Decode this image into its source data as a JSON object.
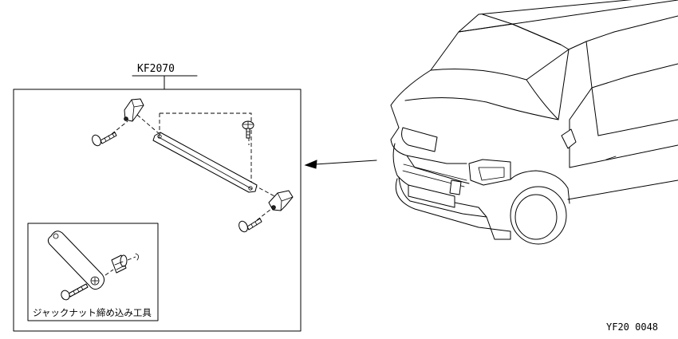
{
  "part_number": "KF2070",
  "tool_caption": "ジャックナット締め込み工具",
  "figure_code": "YF20 0048"
}
